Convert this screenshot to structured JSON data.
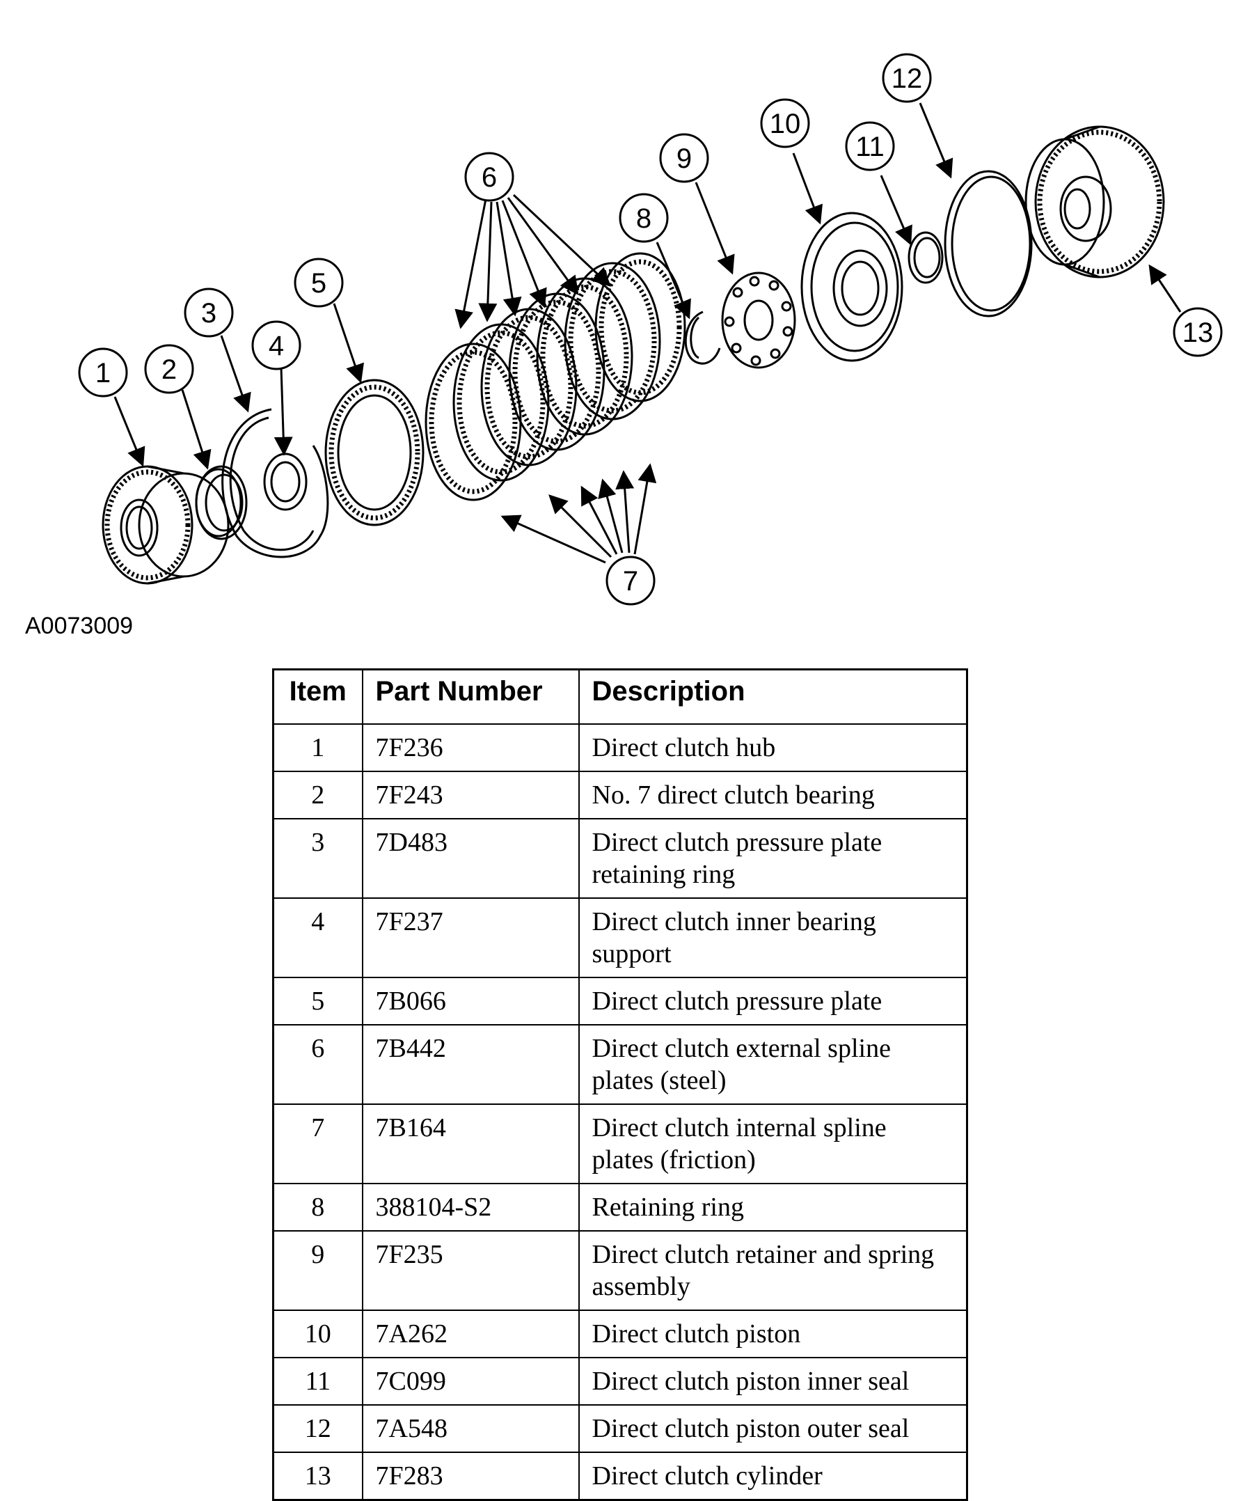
{
  "figure_id": "A0073009",
  "callouts": [
    "1",
    "2",
    "3",
    "4",
    "5",
    "6",
    "7",
    "8",
    "9",
    "10",
    "11",
    "12",
    "13"
  ],
  "table": {
    "headers": [
      "Item",
      "Part Number",
      "Description"
    ],
    "rows": [
      {
        "item": "1",
        "part": "7F236",
        "desc": "Direct clutch hub"
      },
      {
        "item": "2",
        "part": "7F243",
        "desc": "No. 7 direct clutch bearing"
      },
      {
        "item": "3",
        "part": "7D483",
        "desc": "Direct clutch pressure plate retaining ring"
      },
      {
        "item": "4",
        "part": "7F237",
        "desc": "Direct clutch inner bearing support"
      },
      {
        "item": "5",
        "part": "7B066",
        "desc": "Direct clutch pressure plate"
      },
      {
        "item": "6",
        "part": "7B442",
        "desc": "Direct clutch external spline plates (steel)"
      },
      {
        "item": "7",
        "part": "7B164",
        "desc": "Direct clutch internal spline plates (friction)"
      },
      {
        "item": "8",
        "part": "388104-S2",
        "desc": "Retaining ring"
      },
      {
        "item": "9",
        "part": "7F235",
        "desc": "Direct clutch retainer and spring assembly"
      },
      {
        "item": "10",
        "part": "7A262",
        "desc": "Direct clutch piston"
      },
      {
        "item": "11",
        "part": "7C099",
        "desc": "Direct clutch piston inner seal"
      },
      {
        "item": "12",
        "part": "7A548",
        "desc": "Direct clutch piston outer seal"
      },
      {
        "item": "13",
        "part": "7F283",
        "desc": "Direct clutch cylinder"
      }
    ]
  }
}
